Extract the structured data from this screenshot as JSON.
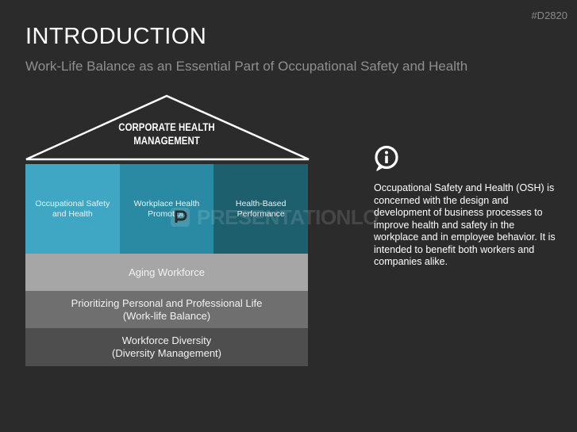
{
  "slide": {
    "code": "#D2820",
    "title": "INTRODUCTION",
    "subtitle": "Work-Life Balance as an Essential Part of Occupational Safety and Health"
  },
  "house": {
    "roof_lines": [
      "CORPORATE HEALTH",
      "MANAGEMENT"
    ],
    "pillars": [
      {
        "lines": [
          "Occupational Safety",
          "and Health"
        ],
        "color": "#3fa7c3"
      },
      {
        "lines": [
          "Workplace Health",
          "Promotion"
        ],
        "color": "#2a8aa3"
      },
      {
        "lines": [
          "Health-Based",
          "Performance"
        ],
        "color": "#1d5f6d"
      }
    ],
    "bands": [
      {
        "lines": [
          "Aging Workforce"
        ],
        "color": "#a6a6a6"
      },
      {
        "lines": [
          "Prioritizing Personal and Professional Life",
          "(Work-life Balance)"
        ],
        "color": "#6f6f6f"
      },
      {
        "lines": [
          "Workforce Diversity",
          "(Diversity Management)"
        ],
        "color": "#4e4e4e"
      }
    ]
  },
  "watermark": "PRESENTATIONLOAD",
  "info": {
    "icon": "info-icon",
    "text": "Occupational Safety and Health (OSH) is concerned with the design and development of business processes to improve health and safety in the workplace and in employee behavior. It is intended to benefit both workers and companies alike."
  }
}
